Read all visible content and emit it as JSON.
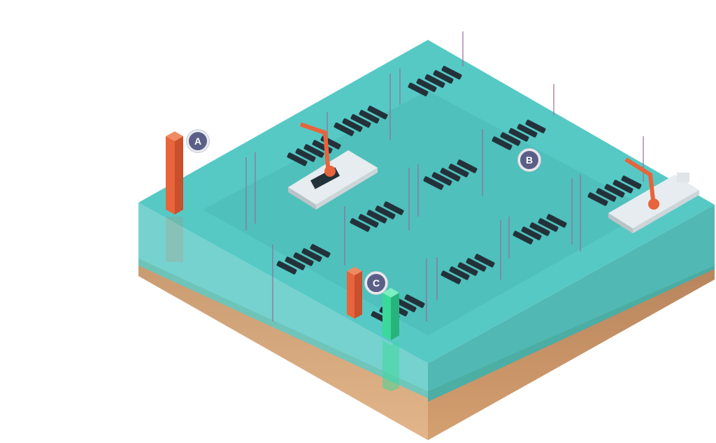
{
  "scene": {
    "markers": [
      {
        "label": "A"
      },
      {
        "label": "B"
      },
      {
        "label": "C"
      }
    ],
    "colors": {
      "water": "#4fc7c4",
      "water_dark": "#3aa9a6",
      "sand": "#d9a77a",
      "pen": "#23313a",
      "bar_orange": "#e8643c",
      "bar_green": "#3ad99a",
      "crane": "#e8643c",
      "barge": "#e6ecef",
      "marker": "#5b5f88"
    }
  }
}
